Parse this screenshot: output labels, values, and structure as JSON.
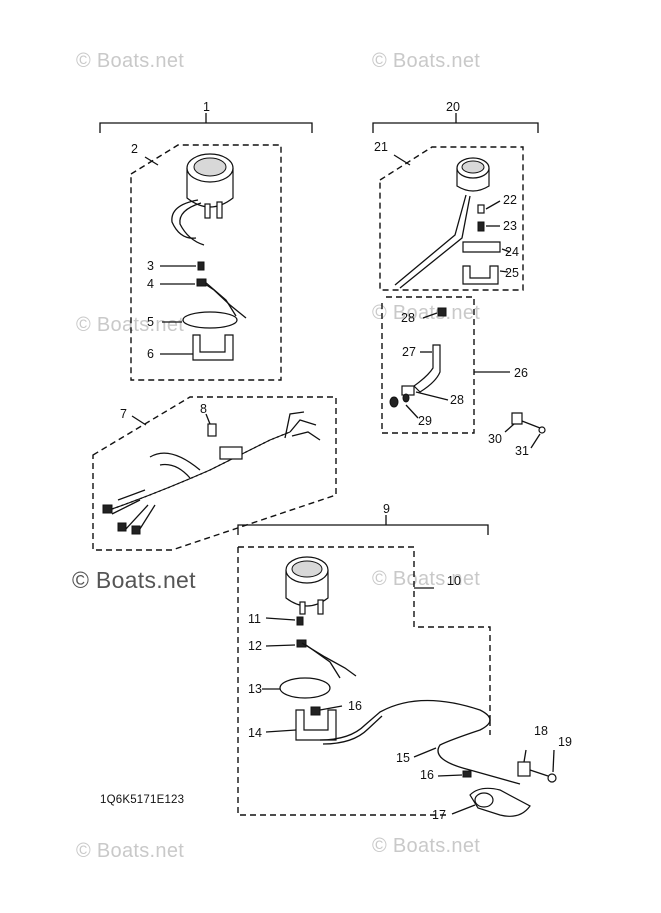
{
  "watermark": "© Boats.net",
  "diagram_code": "1Q6K5171E123",
  "labels": {
    "n1": "1",
    "n2": "2",
    "n3": "3",
    "n4": "4",
    "n5": "5",
    "n6": "6",
    "n7": "7",
    "n8": "8",
    "n9": "9",
    "n10": "10",
    "n11": "11",
    "n12": "12",
    "n13": "13",
    "n14": "14",
    "n15": "15",
    "n16a": "16",
    "n16b": "16",
    "n17": "17",
    "n18": "18",
    "n19": "19",
    "n20": "20",
    "n21": "21",
    "n22": "22",
    "n23": "23",
    "n24": "24",
    "n25": "25",
    "n26": "26",
    "n27": "27",
    "n28a": "28",
    "n28b": "28",
    "n29": "29",
    "n30": "30",
    "n31": "31"
  }
}
